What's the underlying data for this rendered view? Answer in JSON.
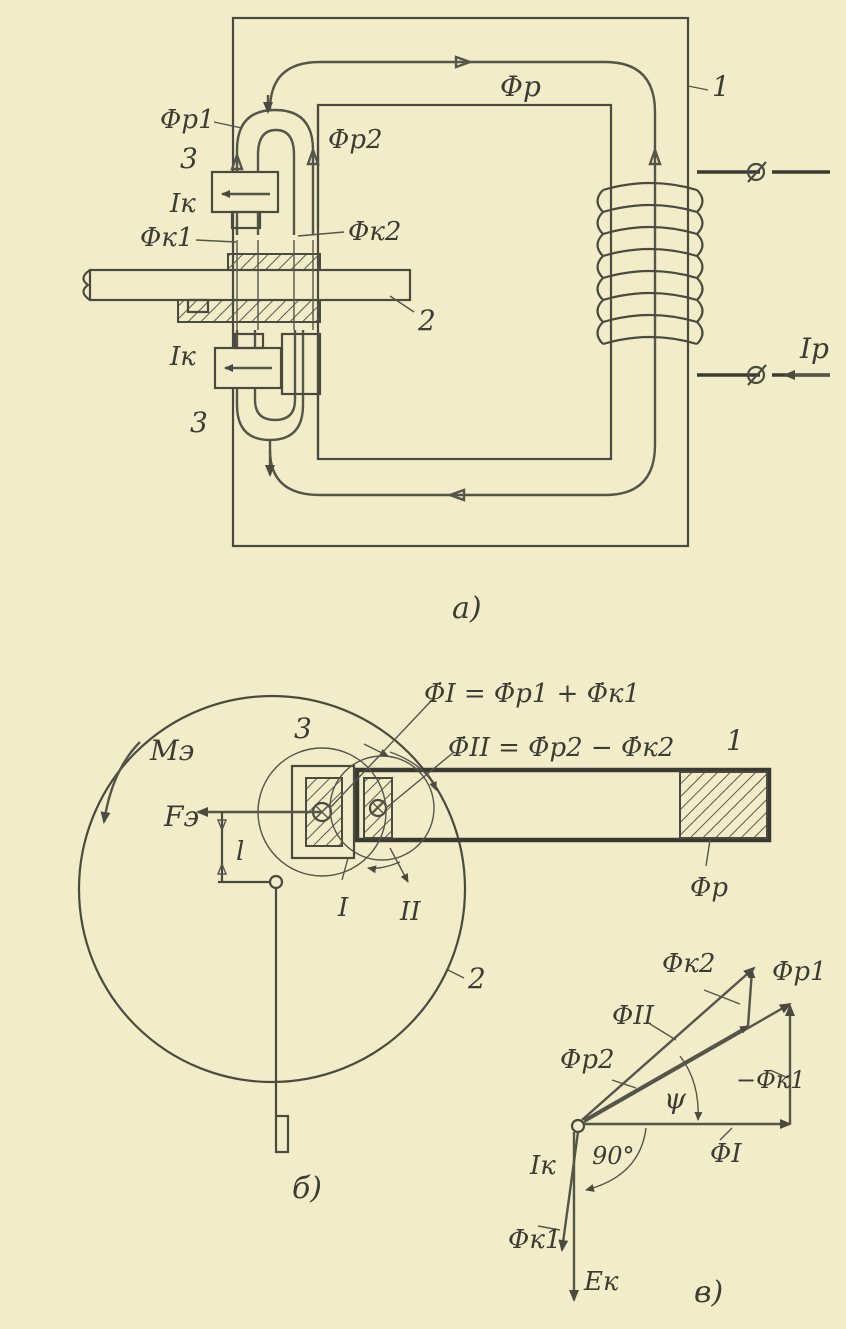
{
  "figure_a": {
    "caption": "а)",
    "flux_p": "Φр",
    "flux_p1": "Φр1",
    "flux_p2": "Φр2",
    "flux_k1": "Φк1",
    "flux_k2": "Φк2",
    "current_k_top": "Iк",
    "current_k_bottom": "Iк",
    "current_p": "Iр",
    "label_core": "1",
    "label_disk": "2",
    "label_coil_top": "3",
    "label_coil_bottom": "3"
  },
  "figure_b": {
    "caption": "б)",
    "eq1": "Φ̇I = Φ̇р1 + Φ̇к1",
    "eq2": "Φ̇II = Φ̇р2 − Φ̇к2",
    "torque": "Mэ",
    "force": "Fэ",
    "arm": "l",
    "label_coil": "3",
    "label_core": "1",
    "label_disk": "2",
    "flux_p": "Φр",
    "pole_1": "I",
    "pole_2": "II"
  },
  "figure_v": {
    "caption": "в)",
    "phi_k2": "Φк2",
    "phi_p1": "Φр1",
    "phi_II": "ΦII",
    "phi_p2": "Φр2",
    "psi": "ψ",
    "neg_phi_k1": "−Φк1",
    "phi_I": "ΦI",
    "angle": "90°",
    "I_k": "Iк",
    "phi_k1": "Φк1",
    "E_k": "Eк"
  }
}
